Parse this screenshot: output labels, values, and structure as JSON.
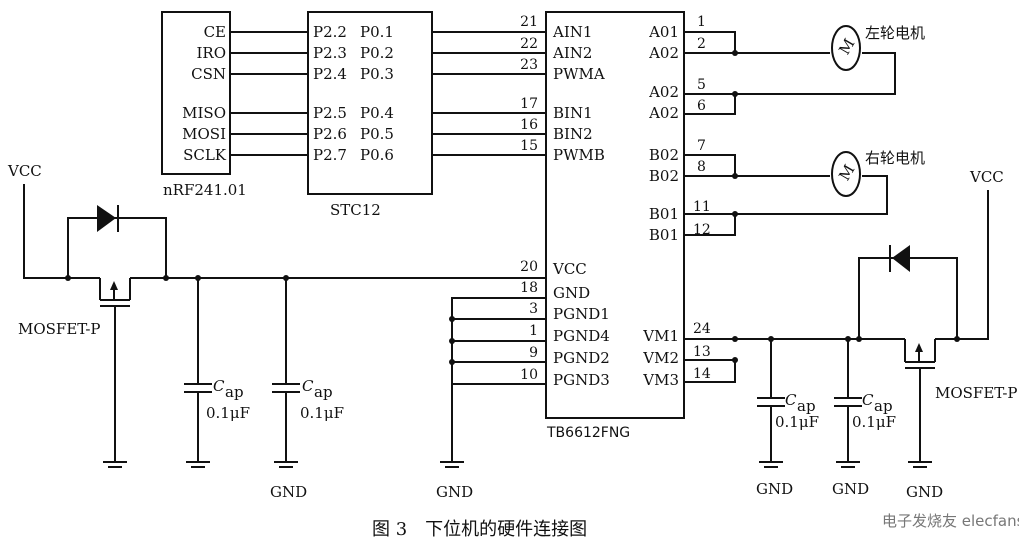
{
  "nrf": {
    "pins": [
      "CE",
      "IRO",
      "CSN",
      "MISO",
      "MOSI",
      "SCLK"
    ],
    "name": "nRF241.01"
  },
  "stc": {
    "pins_p2": [
      "P2.2",
      "P2.3",
      "P2.4",
      "P2.5",
      "P2.6",
      "P2.7"
    ],
    "pins_p0": [
      "P0.1",
      "P0.2",
      "P0.3",
      "P0.4",
      "P0.5",
      "P0.6"
    ],
    "name": "STC12"
  },
  "tb": {
    "name": "TB6612FNG",
    "left_nums": [
      "21",
      "22",
      "23",
      "17",
      "16",
      "15",
      "20",
      "18",
      "3",
      "1",
      "9",
      "10"
    ],
    "left_pins": [
      "AIN1",
      "AIN2",
      "PWMA",
      "BIN1",
      "BIN2",
      "PWMB",
      "VCC",
      "GND",
      "PGND1",
      "PGND4",
      "PGND2",
      "PGND3"
    ],
    "right_pins": [
      "A01",
      "A02",
      "A02",
      "A02",
      "B02",
      "B02",
      "B01",
      "B01",
      "VM1",
      "VM2",
      "VM3"
    ],
    "right_nums": [
      "1",
      "2",
      "5",
      "6",
      "7",
      "8",
      "11",
      "12",
      "24",
      "13",
      "14"
    ]
  },
  "motors": {
    "left": "左轮电机",
    "right": "右轮电机",
    "symbol": "M"
  },
  "labels": {
    "vcc": "VCC",
    "gnd": "GND",
    "mosfet": "MOSFET-P",
    "cap": "C",
    "cap_sub": "ap",
    "cap_val": "0.1μF"
  },
  "caption": "图 3　下位机的硬件连接图",
  "watermark": "电子发烧友  elecfans.com"
}
